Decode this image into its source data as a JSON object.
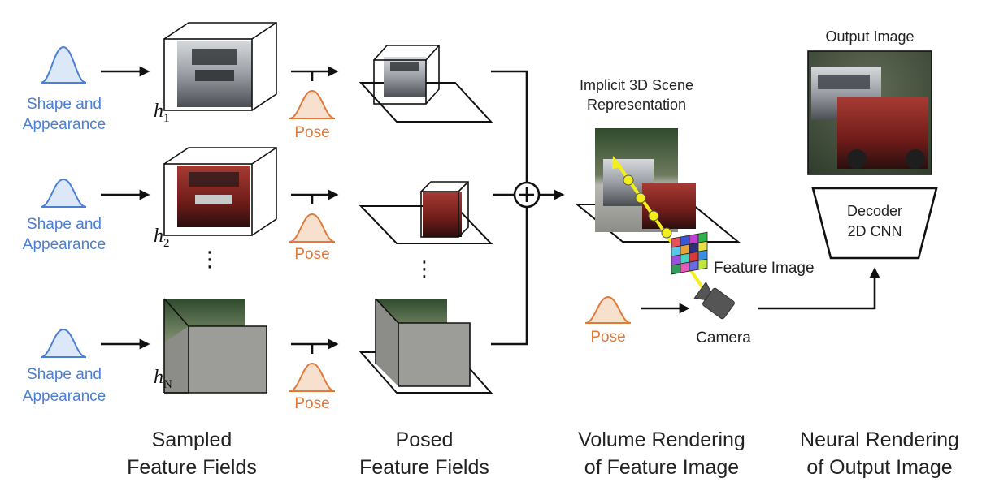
{
  "shape_appearance": {
    "line1": "Shape and",
    "line2": "Appearance"
  },
  "pose_label": "Pose",
  "latents": {
    "h": "h",
    "sub1": "1",
    "sub2": "2",
    "subN": "N"
  },
  "scene": {
    "line1": "Implicit 3D Scene",
    "line2": "Representation"
  },
  "feature_image_label": "Feature Image",
  "camera_label": "Camera",
  "output_image_label": "Output Image",
  "decoder": {
    "line1": "Decoder",
    "line2": "2D CNN"
  },
  "stages": {
    "sampled": {
      "line1": "Sampled",
      "line2": "Feature Fields"
    },
    "posed": {
      "line1": "Posed",
      "line2": "Feature Fields"
    },
    "volume": {
      "line1": "Volume Rendering",
      "line2": "of Feature Image"
    },
    "neural": {
      "line1": "Neural Rendering",
      "line2": "of Output Image"
    }
  },
  "colors": {
    "shape_blue": "#4a7fd4",
    "pose_orange": "#e07a3a",
    "ray_yellow": "#f3ef1c",
    "car_gray": "#8a8f96",
    "car_red": "#7a1f1c"
  },
  "feature_grid_colors": [
    "#e84f5a",
    "#3a56d8",
    "#c23fd4",
    "#2fb24a",
    "#57c8e8",
    "#e8a23a",
    "#2e2e7a",
    "#e8e04a",
    "#9a4fe0",
    "#4ad1c2",
    "#d83a3a",
    "#3a8fe0",
    "#2f9e5a",
    "#e85ab8",
    "#6a6ae8",
    "#bfe83a"
  ]
}
